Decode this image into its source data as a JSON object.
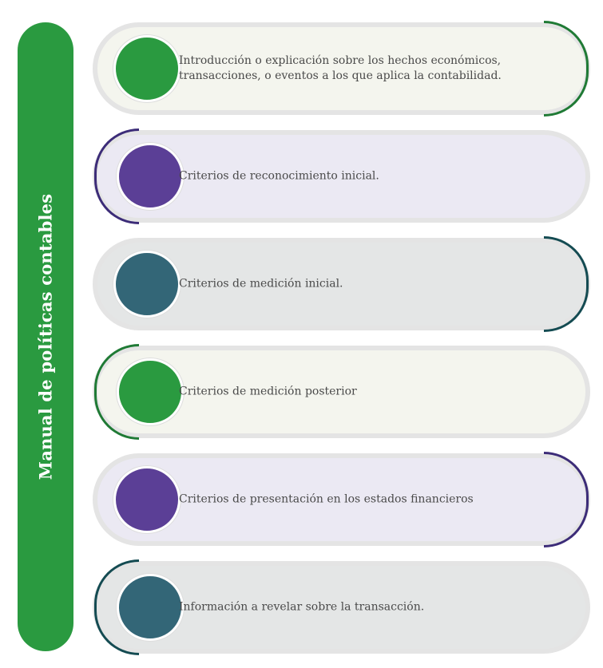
{
  "title": "Manual de políticas contables",
  "colors": {
    "sidebar": "#2a9a40",
    "green": "#2a9a40",
    "green_dark": "#1f7a35",
    "purple": "#5b3f96",
    "purple_dark": "#3c2c78",
    "teal": "#336677",
    "teal_dark": "#144b52"
  },
  "items": [
    {
      "text": "Introducción o explicación sobre los hechos económicos, transacciones, o eventos a los que aplica la contabilidad.",
      "circle_color": "#2a9a40",
      "arc_color": "#1f7a35",
      "bg": "#f4f5ee",
      "arc_side": "right"
    },
    {
      "text": "Criterios de reconocimiento inicial.",
      "circle_color": "#5b3f96",
      "arc_color": "#3c2c78",
      "bg": "#ebe9f3",
      "arc_side": "left"
    },
    {
      "text": "Criterios de medición inicial.",
      "circle_color": "#336677",
      "arc_color": "#144b52",
      "bg": "#e4e6e6",
      "arc_side": "right"
    },
    {
      "text": "Criterios de medición posterior",
      "circle_color": "#2a9a40",
      "arc_color": "#1f7a35",
      "bg": "#f4f5ee",
      "arc_side": "left"
    },
    {
      "text": "Criterios de presentación en los estados financieros",
      "circle_color": "#5b3f96",
      "arc_color": "#3c2c78",
      "bg": "#ebe9f3",
      "arc_side": "right"
    },
    {
      "text": "Información a revelar sobre la transacción.",
      "circle_color": "#336677",
      "arc_color": "#144b52",
      "bg": "#e4e6e6",
      "arc_side": "left"
    }
  ]
}
